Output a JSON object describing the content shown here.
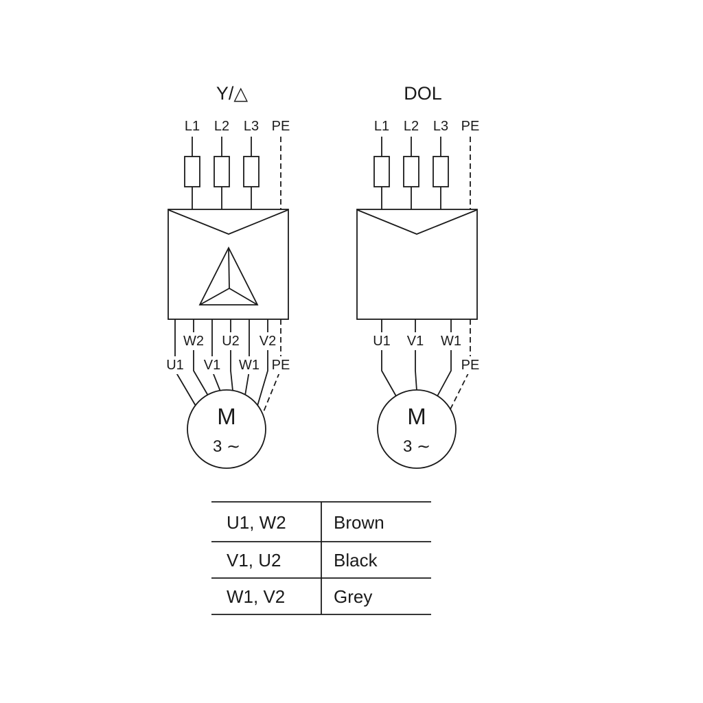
{
  "left_diagram": {
    "title": "Y/△",
    "supply_labels": [
      "L1",
      "L2",
      "L3",
      "PE"
    ],
    "upper_terminal_labels": [
      "W2",
      "U2",
      "V2"
    ],
    "lower_terminal_labels": [
      "U1",
      "V1",
      "W1",
      "PE"
    ],
    "motor": {
      "letter": "M",
      "phase": "3 ∼"
    }
  },
  "right_diagram": {
    "title": "DOL",
    "supply_labels": [
      "L1",
      "L2",
      "L3",
      "PE"
    ],
    "terminal_labels": [
      "U1",
      "V1",
      "W1"
    ],
    "pe_label": "PE",
    "motor": {
      "letter": "M",
      "phase": "3 ∼"
    }
  },
  "wire_table": {
    "rows": [
      {
        "terminals": "U1, W2",
        "color": "Brown"
      },
      {
        "terminals": "V1, U2",
        "color": "Black"
      },
      {
        "terminals": "W1, V2",
        "color": "Grey"
      }
    ]
  }
}
